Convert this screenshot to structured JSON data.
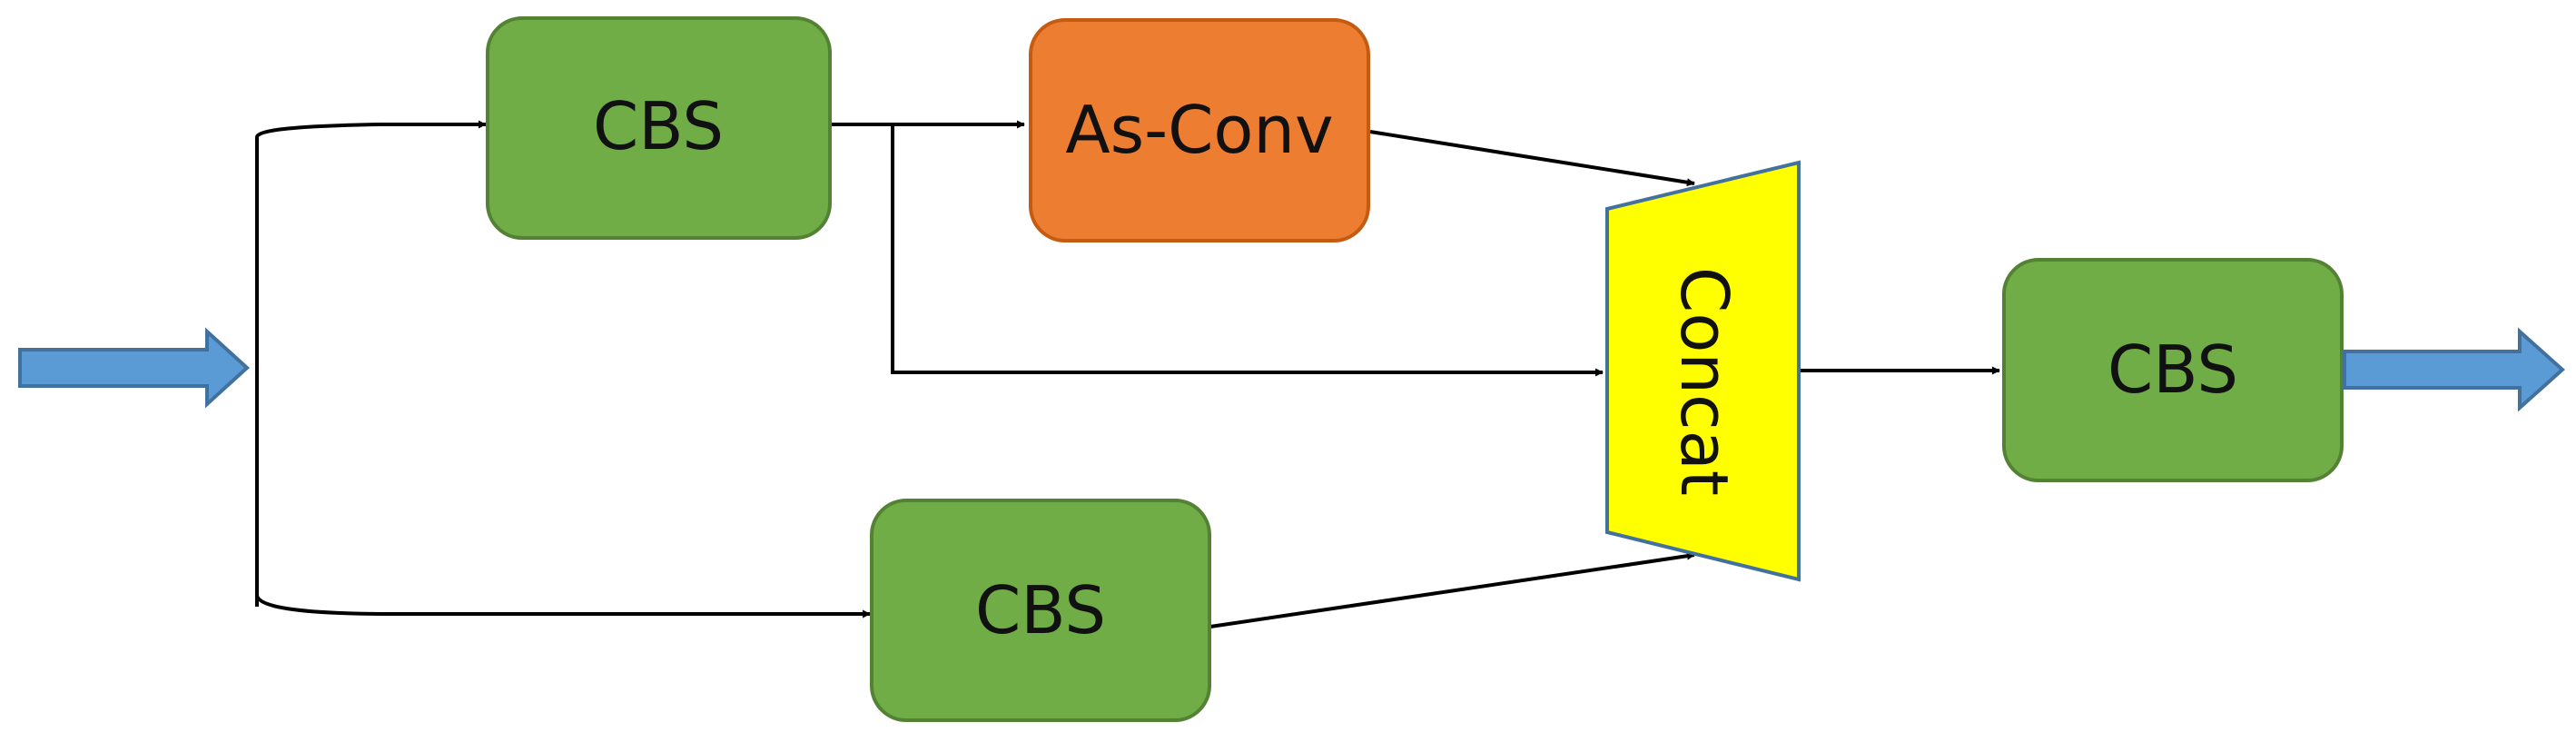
{
  "diagram": {
    "nodes": {
      "cbs_top": {
        "label": "CBS",
        "color": "#70ad47",
        "border": "#548235"
      },
      "asconv": {
        "label": "As-Conv",
        "color": "#ed7d31",
        "border": "#c55a11"
      },
      "cbs_bottom": {
        "label": "CBS",
        "color": "#70ad47",
        "border": "#548235"
      },
      "concat": {
        "label": "Concat",
        "color": "#ffff00",
        "border": "#41719c"
      },
      "cbs_out": {
        "label": "CBS",
        "color": "#70ad47",
        "border": "#548235"
      }
    },
    "colors": {
      "io_arrow": "#5b9bd5",
      "io_arrow_border": "#41719c",
      "connector": "#000000"
    }
  }
}
